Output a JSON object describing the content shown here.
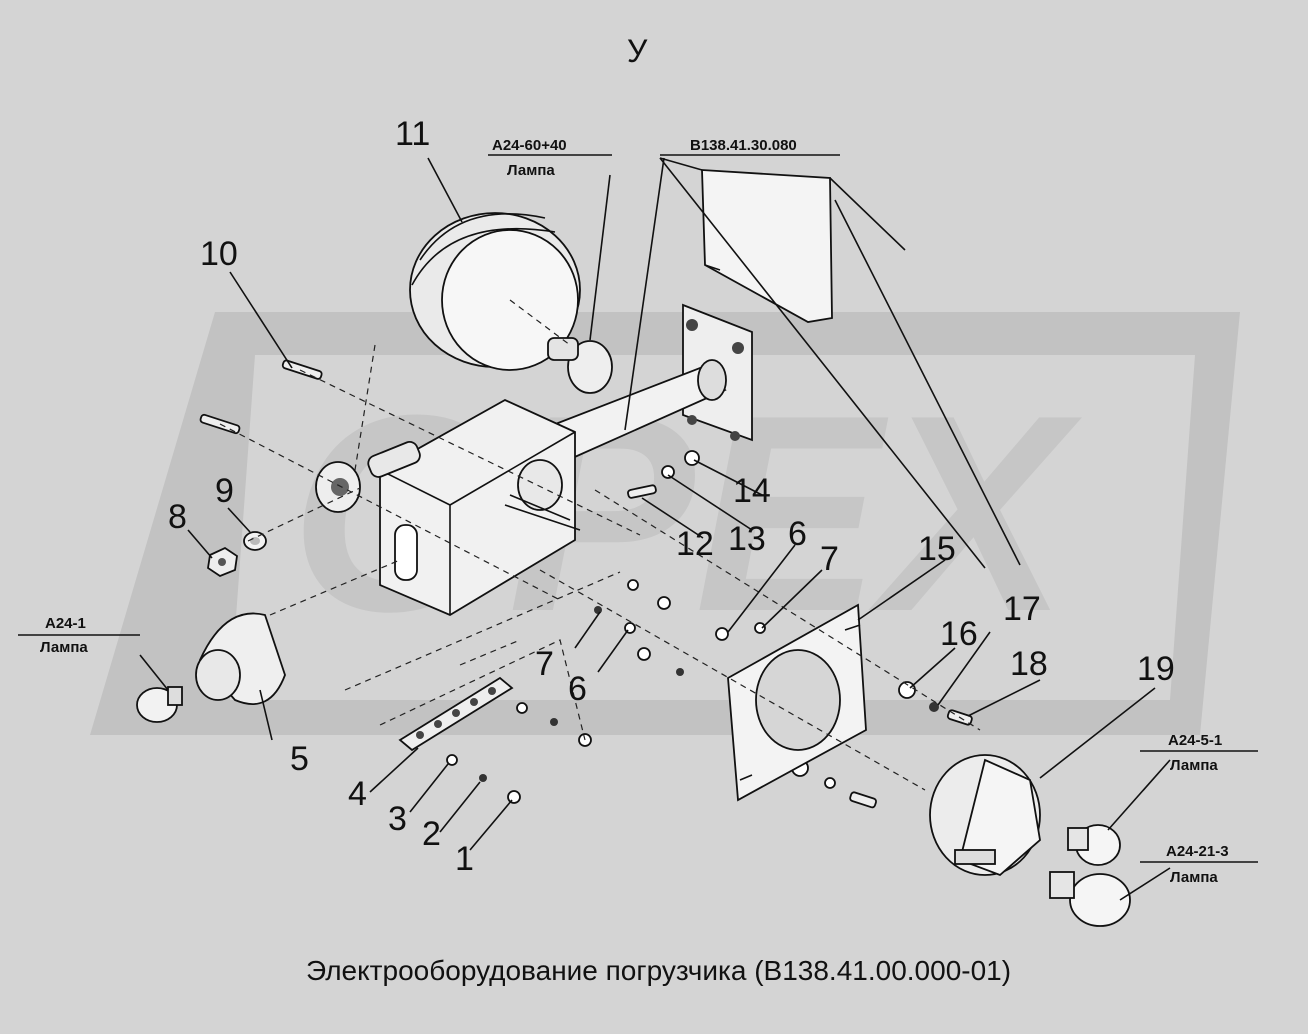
{
  "view_label": "У",
  "title": "Электрооборудование погрузчика (В138.41.00.000-01)",
  "colors": {
    "background": "#d4d4d4",
    "watermark": "#c2c2c2",
    "line": "#111111",
    "part_fill": "#f2f2f2"
  },
  "watermark": {
    "text": "OPEX"
  },
  "callouts": {
    "c1": "1",
    "c2": "2",
    "c3": "3",
    "c4": "4",
    "c5": "5",
    "c6a": "6",
    "c6b": "6",
    "c7a": "7",
    "c7b": "7",
    "c8": "8",
    "c9": "9",
    "c10": "10",
    "c11": "11",
    "c12": "12",
    "c13": "13",
    "c14": "14",
    "c15": "15",
    "c16": "16",
    "c17": "17",
    "c18": "18",
    "c19": "19"
  },
  "labels": {
    "lamp_a24_60_40": {
      "code": "А24-60+40",
      "name": "Лампа"
    },
    "bracket": {
      "code": "В138.41.30.080"
    },
    "lamp_a24_1": {
      "code": "А24-1",
      "name": "Лампа"
    },
    "lamp_a24_5_1": {
      "code": "А24-5-1",
      "name": "Лампа"
    },
    "lamp_a24_21_3": {
      "code": "А24-21-3",
      "name": "Лампа"
    }
  }
}
